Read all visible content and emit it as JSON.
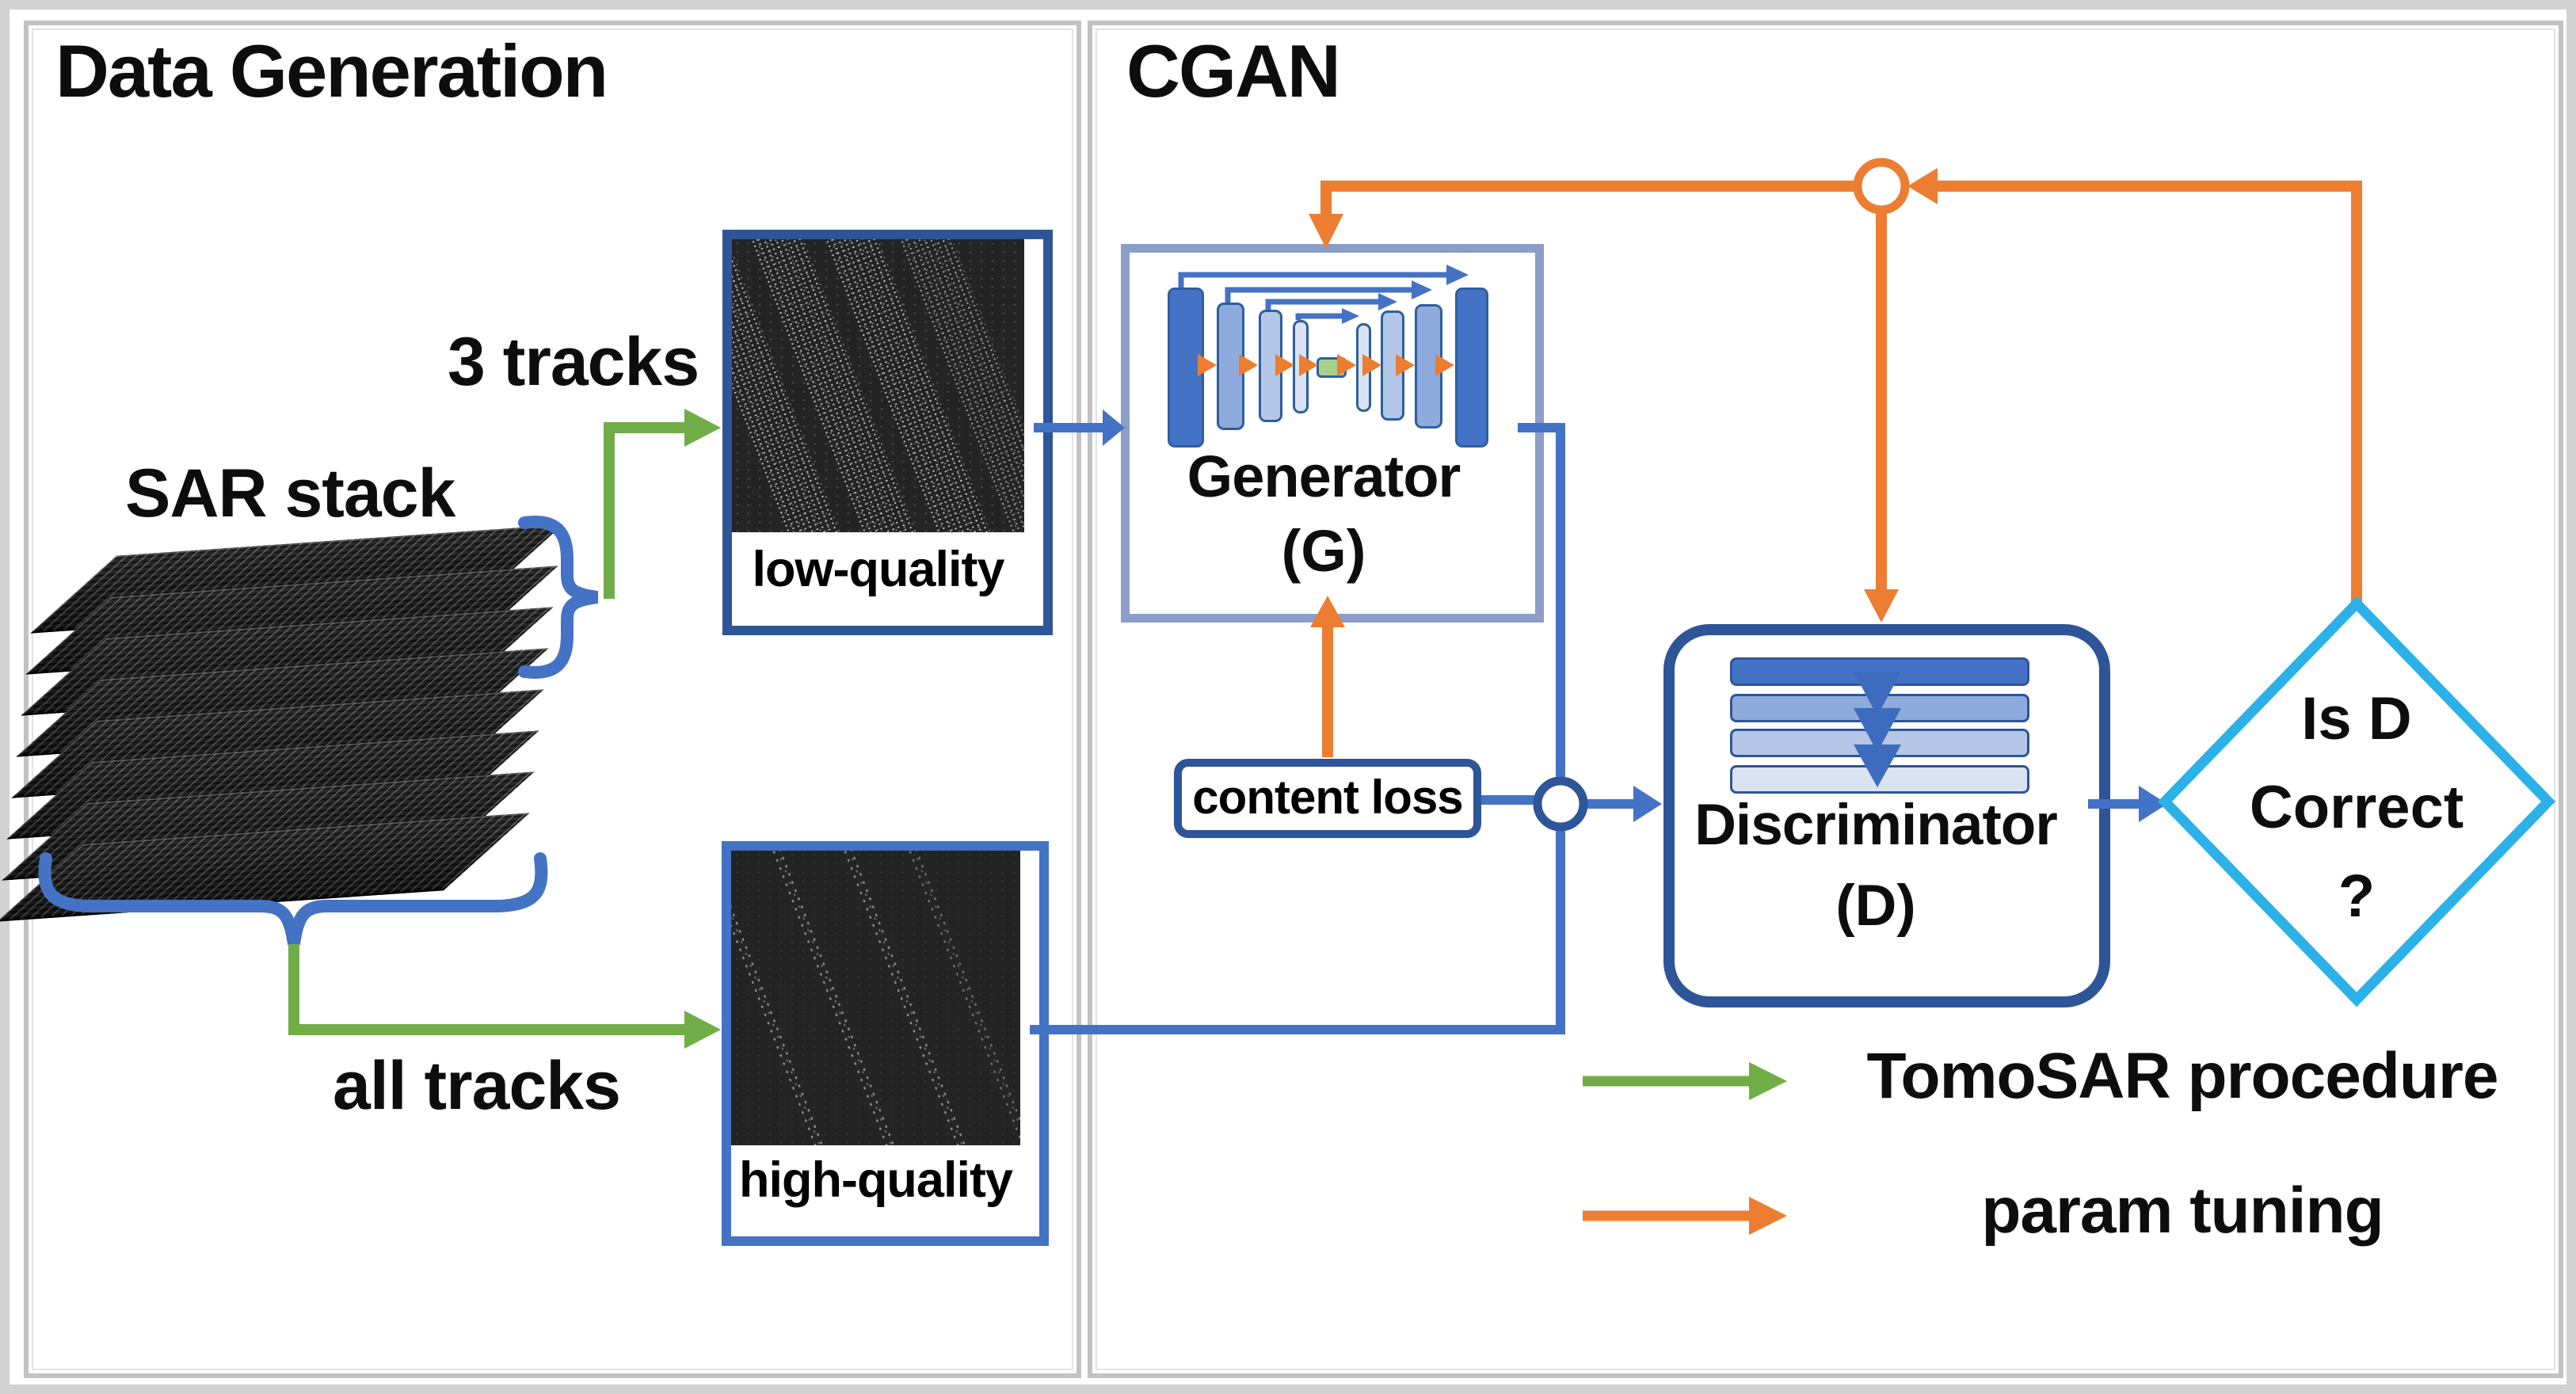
{
  "left_panel": {
    "title": "Data Generation",
    "sar_stack_label": "SAR stack",
    "subset_label": "3 tracks",
    "all_label": "all tracks",
    "low_quality_caption": "low-quality",
    "high_quality_caption": "high-quality"
  },
  "right_panel": {
    "title": "CGAN",
    "generator": {
      "name": "Generator",
      "symbol": "(G)"
    },
    "discriminator": {
      "name": "Discriminator",
      "symbol": "(D)"
    },
    "content_loss_label": "content loss",
    "decision": {
      "line1": "Is D",
      "line2": "Correct",
      "line3": "?"
    },
    "legend": [
      {
        "label": "TomoSAR procedure",
        "color": "#70ad47"
      },
      {
        "label": "param tuning",
        "color": "#ed7d31"
      }
    ]
  },
  "colors": {
    "tomosar_green": "#70ad47",
    "tuning_orange": "#ed7d31",
    "connector_blue": "#4472c4",
    "navy_border": "#2e5597",
    "generator_border": "#8b9dc8",
    "decision_cyan": "#2bb1e8",
    "unet_bar_dark": "#4472c4",
    "unet_bar_mid": "#8faadc",
    "unet_bar_light": "#b4c7e7",
    "unet_bar_lightest": "#dae3f3",
    "bottleneck_green": "#a9d18e"
  }
}
